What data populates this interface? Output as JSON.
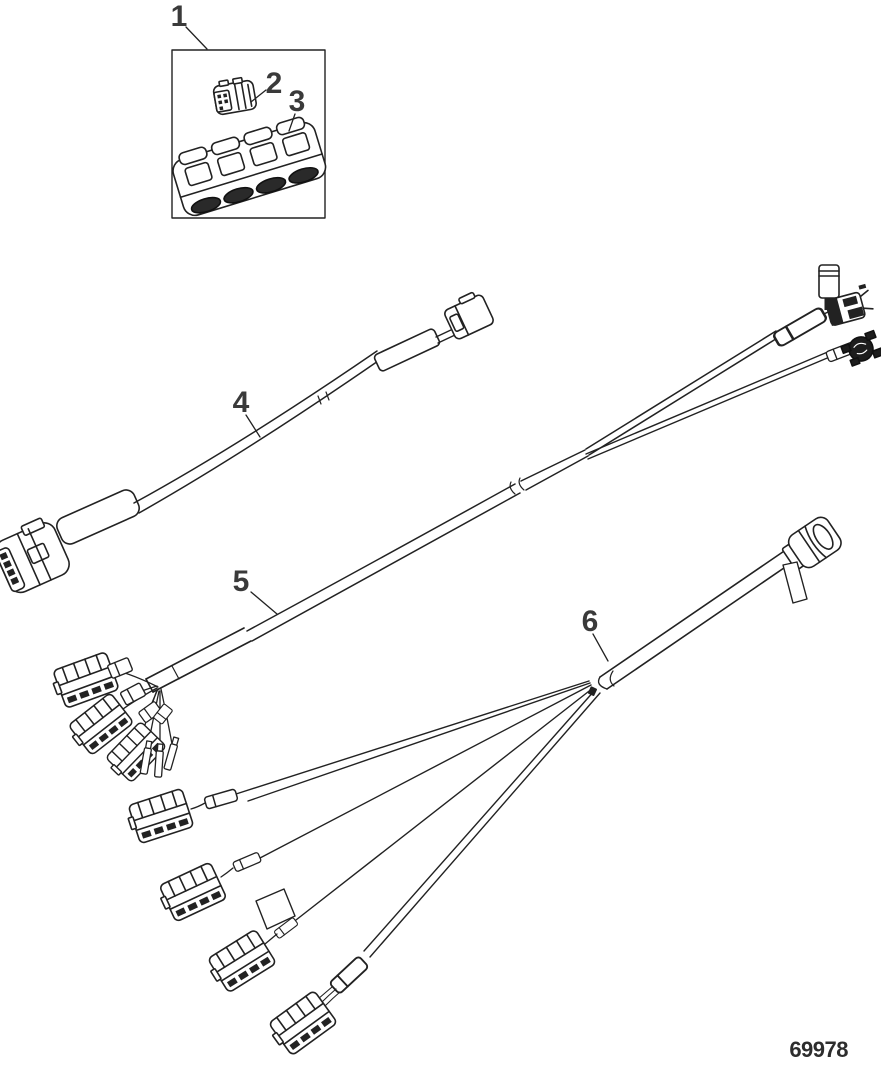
{
  "figure": {
    "type": "parts-diagram",
    "background": "#ffffff",
    "line_color": "#222222",
    "callouts": [
      {
        "label": "1"
      },
      {
        "label": "2"
      },
      {
        "label": "3"
      },
      {
        "label": "4"
      },
      {
        "label": "5"
      },
      {
        "label": "6"
      }
    ],
    "drawing_number": "69978"
  }
}
